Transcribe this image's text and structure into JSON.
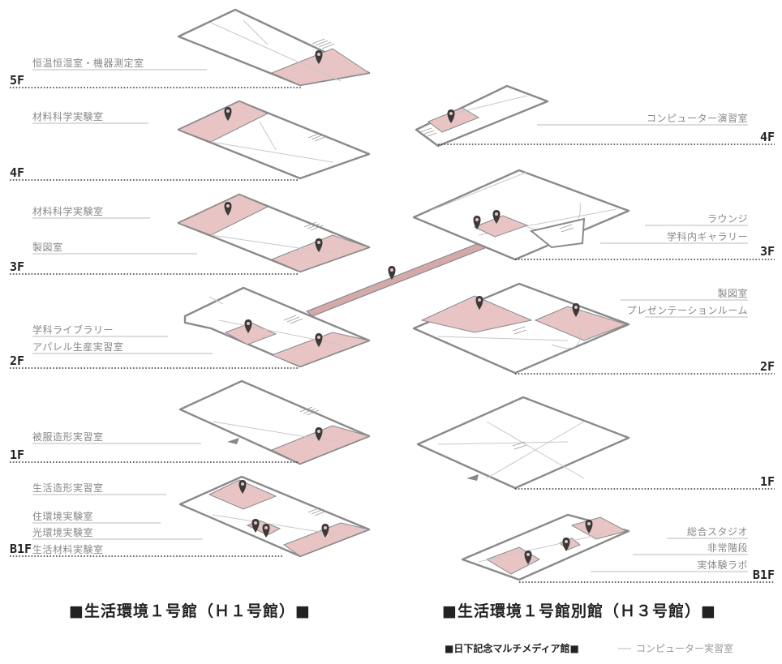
{
  "building_left": {
    "title": "■生活環境１号館（Ｈ１号館）■",
    "floors": [
      {
        "id": "5F",
        "label": "5F",
        "rooms": [
          "恒温恒湿室・機器測定室"
        ]
      },
      {
        "id": "4F",
        "label": "4F",
        "rooms": [
          "材料科学実験室"
        ]
      },
      {
        "id": "3F",
        "label": "3F",
        "rooms": [
          "材料科学実験室",
          "製図室"
        ]
      },
      {
        "id": "2F",
        "label": "2F",
        "rooms": [
          "学科ライブラリー",
          "アパレル生産実習室"
        ]
      },
      {
        "id": "1F",
        "label": "1F",
        "rooms": [
          "被服造形実習室"
        ]
      },
      {
        "id": "B1F",
        "label": "B1F",
        "rooms": [
          "生活造形実習室",
          "住環境実験室",
          "光環境実験室",
          "生活材料実験室"
        ]
      }
    ]
  },
  "building_right": {
    "title": "■生活環境１号館別館（Ｈ３号館）■",
    "floors": [
      {
        "id": "4F",
        "label": "4F",
        "rooms": [
          "コンピューター演習室"
        ]
      },
      {
        "id": "3F",
        "label": "3F",
        "rooms": [
          "ラウンジ",
          "学科内ギャラリー"
        ]
      },
      {
        "id": "2F",
        "label": "2F",
        "rooms": [
          "製図室",
          "プレゼンテーションルーム"
        ]
      },
      {
        "id": "1F",
        "label": "1F",
        "rooms": []
      },
      {
        "id": "B1F",
        "label": "B1F",
        "rooms": [
          "総合スタジオ",
          "非常階段",
          "実体験ラボ"
        ]
      }
    ]
  },
  "footer": {
    "building": "■日下記念マルチメディア館■",
    "room": "コンピューター実習室"
  },
  "colors": {
    "room_highlight": "#e8c4c4",
    "slab_stroke": "#8a8a8a",
    "pin": "#3a3a3a",
    "label_text": "#888888"
  },
  "icons": [
    "location-pin-icon",
    "entrance-arrow-icon",
    "stairs-icon"
  ]
}
